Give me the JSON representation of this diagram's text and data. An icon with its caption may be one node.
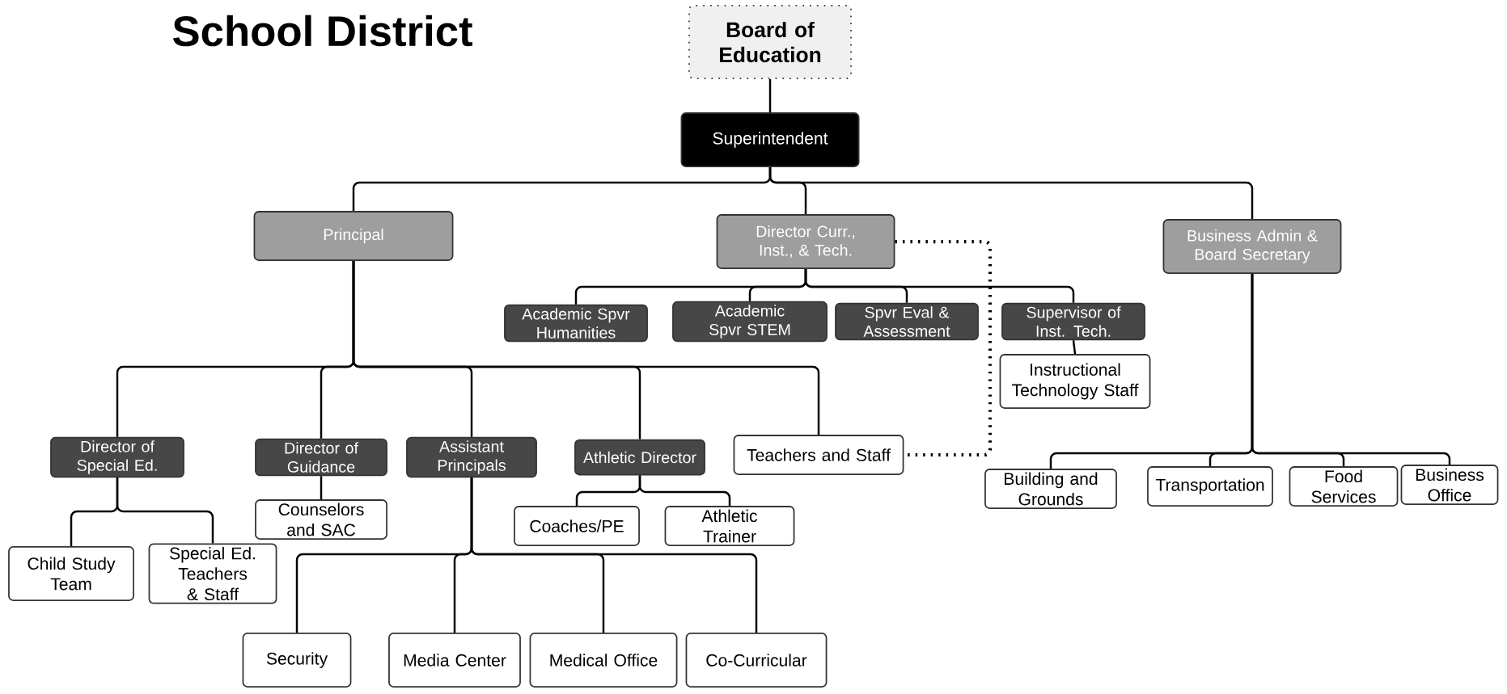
{
  "diagram": {
    "title": "School District",
    "nodes": [
      {
        "text": [
          "Board of Education"
        ]
      },
      {
        "text": [
          "Superintendent"
        ]
      },
      {
        "text": [
          "Principal"
        ]
      },
      {
        "text": [
          "Director Curr., Inst., & Tech."
        ]
      },
      {
        "text": [
          "Business Admin & Board Secretary"
        ]
      },
      {
        "text": [
          "Academic Spvr Humanities"
        ]
      },
      {
        "text": [
          "Academic Spvr STEM"
        ]
      },
      {
        "text": [
          "Spvr Eval & Assessment"
        ]
      },
      {
        "text": [
          "Supervisor of Inst. Tech."
        ]
      },
      {
        "text": [
          "Instructional Technology Staff"
        ]
      },
      {
        "text": [
          "Director of Special Ed."
        ]
      },
      {
        "text": [
          "Director of Guidance"
        ]
      },
      {
        "text": [
          "Assistant Principals"
        ]
      },
      {
        "text": [
          "Athletic Director"
        ]
      },
      {
        "text": [
          "Teachers and Staff"
        ]
      },
      {
        "text": [
          "Counselors and SAC"
        ]
      },
      {
        "text": [
          "Child Study Team"
        ]
      },
      {
        "text": [
          "Special Ed. Teachers & Staff"
        ]
      },
      {
        "text": [
          "Coaches/PE"
        ]
      },
      {
        "text": [
          "Athletic Trainer"
        ]
      },
      {
        "text": [
          "Building and Grounds"
        ]
      },
      {
        "text": [
          "Transportation"
        ]
      },
      {
        "text": [
          "Food Services"
        ]
      },
      {
        "text": [
          "Business Office"
        ]
      },
      {
        "text": [
          "Security"
        ]
      },
      {
        "text": [
          "Media Center"
        ]
      },
      {
        "text": [
          "Medical Office"
        ]
      },
      {
        "text": [
          "Co-Curricular"
        ]
      }
    ],
    "edges": [
      {
        "from": 0,
        "to": 1,
        "arrow": "none"
      },
      {
        "from": 1,
        "to": 2,
        "arrow": "none"
      },
      {
        "from": 1,
        "to": 3,
        "arrow": "none"
      },
      {
        "from": 1,
        "to": 4,
        "arrow": "none"
      },
      {
        "from": 3,
        "to": 5,
        "arrow": "none"
      },
      {
        "from": 3,
        "to": 6,
        "arrow": "none"
      },
      {
        "from": 3,
        "to": 7,
        "arrow": "none"
      },
      {
        "from": 3,
        "to": 8,
        "arrow": "none"
      },
      {
        "from": 8,
        "to": 9,
        "arrow": "none"
      },
      {
        "from": 3,
        "to": 14,
        "arrow": "none",
        "style": "dashed"
      },
      {
        "from": 2,
        "to": 10,
        "arrow": "none"
      },
      {
        "from": 2,
        "to": 11,
        "arrow": "none"
      },
      {
        "from": 2,
        "to": 12,
        "arrow": "none"
      },
      {
        "from": 2,
        "to": 13,
        "arrow": "none"
      },
      {
        "from": 2,
        "to": 14,
        "arrow": "none"
      },
      {
        "from": 11,
        "to": 15,
        "arrow": "none"
      },
      {
        "from": 10,
        "to": 16,
        "arrow": "none"
      },
      {
        "from": 10,
        "to": 17,
        "arrow": "none"
      },
      {
        "from": 13,
        "to": 18,
        "arrow": "none"
      },
      {
        "from": 13,
        "to": 19,
        "arrow": "none"
      },
      {
        "from": 4,
        "to": 20,
        "arrow": "none"
      },
      {
        "from": 4,
        "to": 21,
        "arrow": "none"
      },
      {
        "from": 4,
        "to": 22,
        "arrow": "none"
      },
      {
        "from": 4,
        "to": 23,
        "arrow": "none"
      },
      {
        "from": 12,
        "to": 24,
        "arrow": "none"
      },
      {
        "from": 12,
        "to": 25,
        "arrow": "none"
      },
      {
        "from": 12,
        "to": 26,
        "arrow": "none"
      },
      {
        "from": 12,
        "to": 27,
        "arrow": "none"
      }
    ]
  }
}
